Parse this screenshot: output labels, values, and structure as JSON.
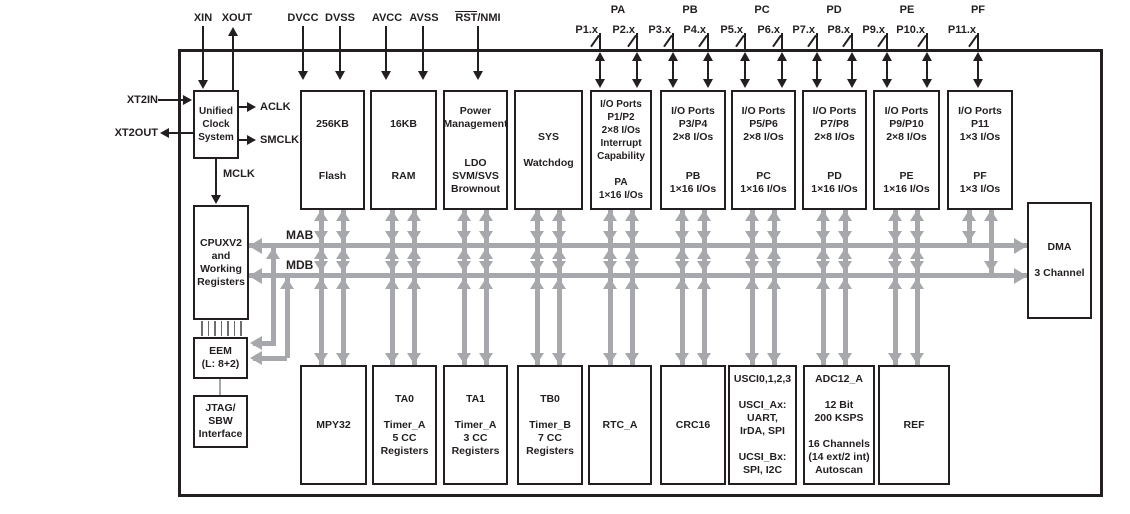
{
  "colors": {
    "bus_gray": "#a6a8ab",
    "line_black": "#231f20",
    "block_bg": "#ffffff"
  },
  "power_pins": {
    "xin": "XIN",
    "xout": "XOUT",
    "dvcc": "DVCC",
    "dvss": "DVSS",
    "avcc": "AVCC",
    "avss": "AVSS",
    "rst": "RST",
    "nmi": "/NMI"
  },
  "clock": {
    "xt2in": "XT2IN",
    "xt2out": "XT2OUT",
    "aclk": "ACLK",
    "smclk": "SMCLK",
    "mclk": "MCLK"
  },
  "buses": {
    "mab": "MAB",
    "mdb": "MDB"
  },
  "ports": {
    "groups": [
      "PA",
      "PB",
      "PC",
      "PD",
      "PE",
      "PF"
    ],
    "pins": [
      "P1.x",
      "P2.x",
      "P3.x",
      "P4.x",
      "P5.x",
      "P6.x",
      "P7.x",
      "P8.x",
      "P9.x",
      "P10.x",
      "P11.x"
    ]
  },
  "blocks": {
    "ucs": {
      "lines": [
        "Unified",
        "Clock",
        "System"
      ]
    },
    "flash": {
      "lines": [
        "256KB",
        "",
        "",
        "",
        "Flash"
      ]
    },
    "ram": {
      "lines": [
        "16KB",
        "",
        "",
        "",
        "RAM"
      ]
    },
    "pmm": {
      "lines": [
        "Power",
        "Management",
        "",
        "",
        "LDO",
        "SVM/SVS",
        "Brownout"
      ]
    },
    "sys": {
      "lines": [
        "SYS",
        "",
        "Watchdog"
      ]
    },
    "io_p1p2": {
      "lines": [
        "I/O Ports",
        "P1/P2",
        "2×8 I/Os",
        "Interrupt",
        "Capability",
        "",
        "PA",
        "1×16 I/Os"
      ]
    },
    "io_p3p4": {
      "lines": [
        "I/O Ports",
        "P3/P4",
        "2×8 I/Os",
        "",
        "",
        "PB",
        "1×16 I/Os"
      ]
    },
    "io_p5p6": {
      "lines": [
        "I/O Ports",
        "P5/P6",
        "2×8 I/Os",
        "",
        "",
        "PC",
        "1×16 I/Os"
      ]
    },
    "io_p7p8": {
      "lines": [
        "I/O Ports",
        "P7/P8",
        "2×8 I/Os",
        "",
        "",
        "PD",
        "1×16 I/Os"
      ]
    },
    "io_p9p10": {
      "lines": [
        "I/O Ports",
        "P9/P10",
        "2×8 I/Os",
        "",
        "",
        "PE",
        "1×16 I/Os"
      ]
    },
    "io_p11": {
      "lines": [
        "I/O Ports",
        "P11",
        "1×3 I/Os",
        "",
        "",
        "PF",
        "1×3 I/Os"
      ]
    },
    "cpu": {
      "lines": [
        "CPUXV2",
        "and",
        "Working",
        "Registers"
      ]
    },
    "eem": {
      "lines": [
        "EEM",
        "(L: 8+2)"
      ]
    },
    "jtag": {
      "lines": [
        "JTAG/",
        "SBW",
        "Interface"
      ]
    },
    "dma": {
      "lines": [
        "DMA",
        "",
        "3 Channel"
      ]
    },
    "mpy32": {
      "lines": [
        "MPY32"
      ]
    },
    "ta0": {
      "lines": [
        "TA0",
        "",
        "Timer_A",
        "5 CC",
        "Registers"
      ]
    },
    "ta1": {
      "lines": [
        "TA1",
        "",
        "Timer_A",
        "3 CC",
        "Registers"
      ]
    },
    "tb0": {
      "lines": [
        "TB0",
        "",
        "Timer_B",
        "7 CC",
        "Registers"
      ]
    },
    "rtc": {
      "lines": [
        "RTC_A"
      ]
    },
    "crc": {
      "lines": [
        "CRC16"
      ]
    },
    "usci": {
      "lines": [
        "USCI0,1,2,3",
        "",
        "USCI_Ax:",
        "UART,",
        "IrDA, SPI",
        "",
        "UCSI_Bx:",
        "SPI, I2C"
      ]
    },
    "adc": {
      "lines": [
        "ADC12_A",
        "",
        "12 Bit",
        "200 KSPS",
        "",
        "16 Channels",
        "(14 ext/2 int)",
        "Autoscan"
      ]
    },
    "ref": {
      "lines": [
        "REF"
      ]
    }
  }
}
